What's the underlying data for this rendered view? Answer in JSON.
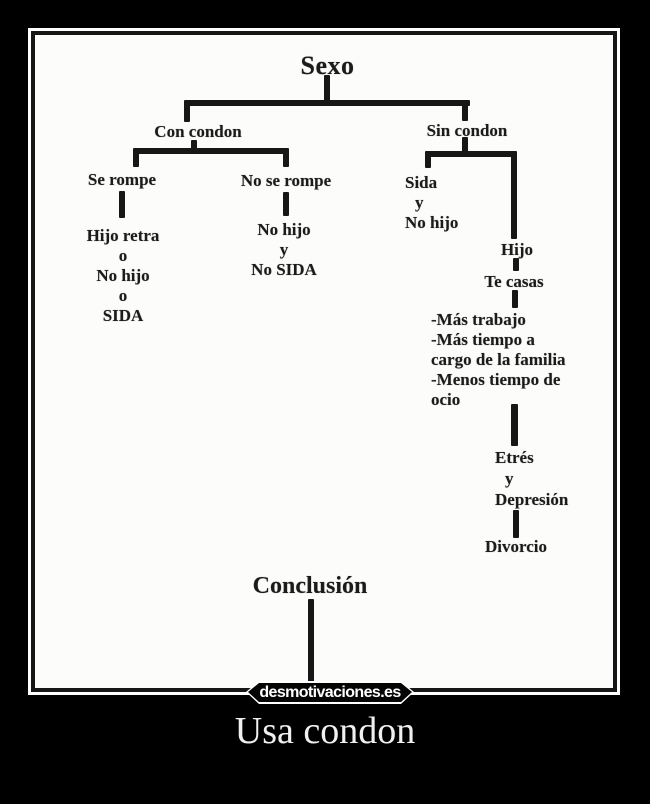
{
  "poster": {
    "watermark": "desmotivaciones.es",
    "caption": "Usa condon"
  },
  "flowchart": {
    "title": "Sexo",
    "con_condon": {
      "label": "Con condon",
      "se_rompe": {
        "label": "Se rompe",
        "outcome": [
          "Hijo retra",
          "o",
          "No hijo",
          "o",
          "SIDA"
        ]
      },
      "no_se_rompe": {
        "label": "No se rompe",
        "outcome": [
          "No hijo",
          "y",
          "No SIDA"
        ]
      }
    },
    "sin_condon": {
      "label": "Sin condon",
      "outcome_left": [
        "Sida",
        "y",
        "No hijo"
      ],
      "hijo": {
        "label": "Hijo",
        "te_casas": "Te casas",
        "consequences": [
          "-Más trabajo",
          "-Más tiempo a",
          "cargo de la familia",
          "-Menos tiempo de",
          "ocio"
        ],
        "stress": [
          "Etrés",
          "y",
          "Depresión"
        ],
        "divorcio": "Divorcio"
      }
    },
    "conclusion": "Conclusión"
  }
}
